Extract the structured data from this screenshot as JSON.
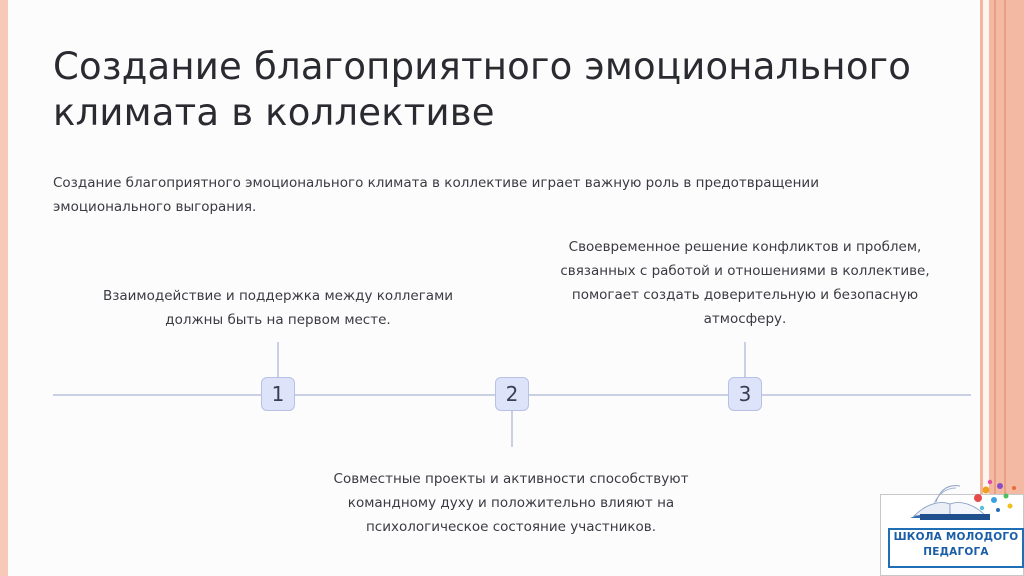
{
  "slide": {
    "title": "Создание благоприятного эмоционального климата в коллективе",
    "intro": "Создание благоприятного эмоционального климата в коллективе играет важную роль в предотвращении эмоционального выгорания."
  },
  "timeline": {
    "steps": [
      {
        "number": "1",
        "text": "Взаимодействие и поддержка между коллегами должны быть на первом месте."
      },
      {
        "number": "2",
        "text": "Совместные проекты и активности способствуют командному духу и положительно влияют на психологическое состояние участников."
      },
      {
        "number": "3",
        "text": "Своевременное решение конфликтов и проблем, связанных с работой и отношениями в коллективе, помогает создать доверительную и безопасную атмосферу."
      }
    ]
  },
  "logo": {
    "line1": "ШКОЛА МОЛОДОГО",
    "line2": "ПЕДАГОГА",
    "icon": "open-book-icon"
  },
  "colors": {
    "accent_stripe": "#f3b9a2",
    "marker_fill": "#dde3f8",
    "timeline": "#c9d0e6",
    "logo_blue": "#1a5ea8"
  }
}
